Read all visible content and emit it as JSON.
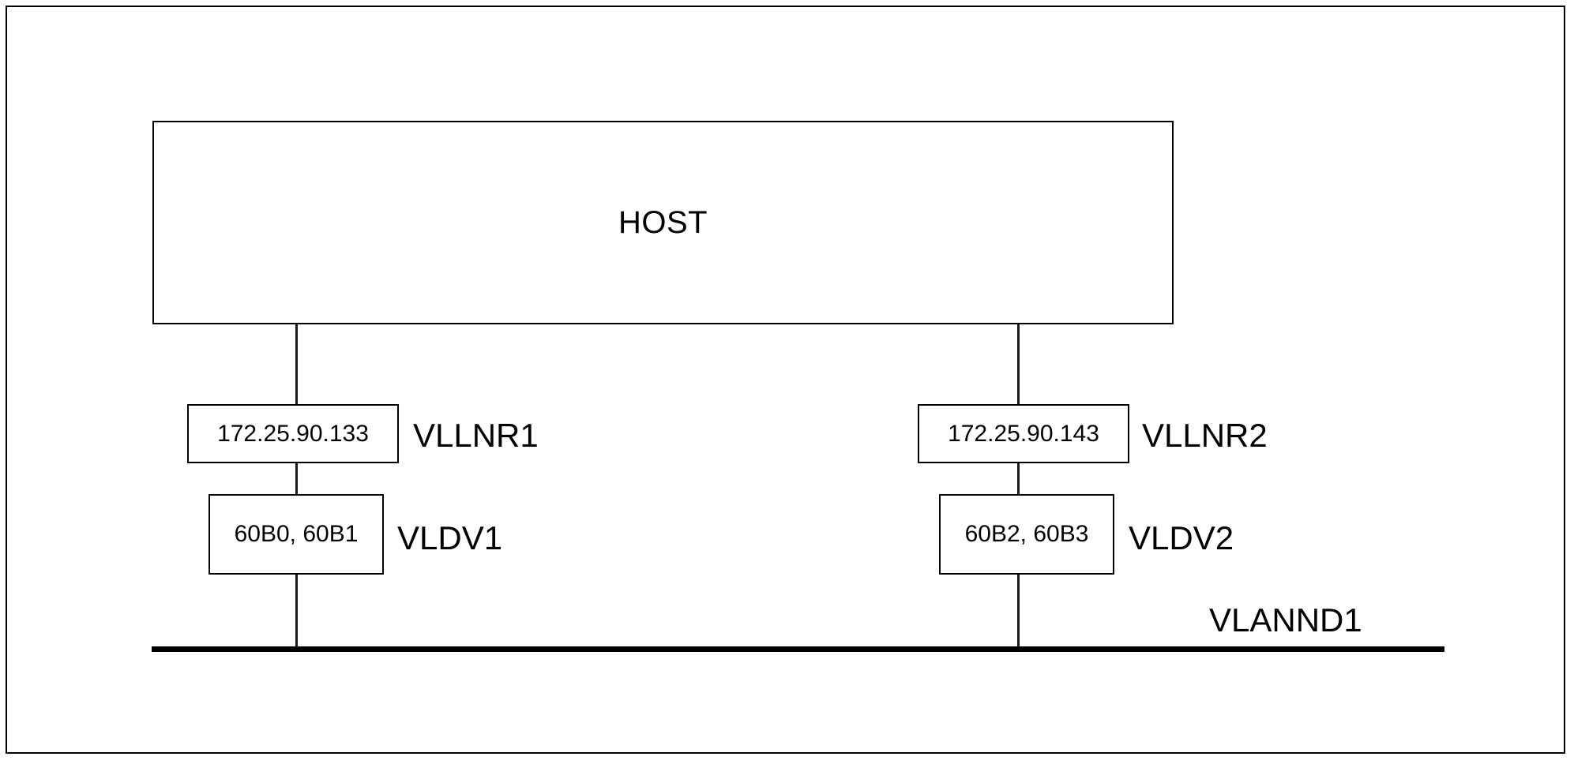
{
  "diagram": {
    "type": "network-topology",
    "host": {
      "label": "HOST"
    },
    "branches": [
      {
        "side": "left",
        "interface": {
          "ip": "172.25.90.133",
          "name": "VLLNR1"
        },
        "device": {
          "addresses": "60B0, 60B1",
          "name": "VLDV1"
        }
      },
      {
        "side": "right",
        "interface": {
          "ip": "172.25.90.143",
          "name": "VLLNR2"
        },
        "device": {
          "addresses": "60B2, 60B3",
          "name": "VLDV2"
        }
      }
    ],
    "bus": {
      "label": "VLANND1"
    },
    "colors": {
      "line": "#000000",
      "text": "#000000",
      "background": "#ffffff"
    }
  }
}
